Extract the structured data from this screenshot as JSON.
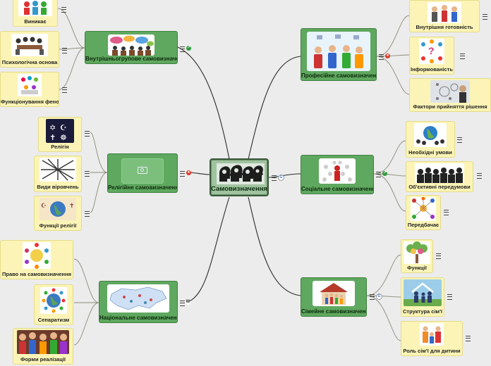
{
  "central": {
    "label": "Самовизначення"
  },
  "topics": {
    "intragroup": {
      "label": "Внутрішньогрупове самовизначення",
      "subs": [
        "Виникає",
        "Психологічна основа",
        "Функціонування феномену"
      ]
    },
    "religious": {
      "label": "Релігійне самовизначення",
      "subs": [
        "Релігія",
        "Види віровчень",
        "Функції релігії"
      ]
    },
    "national": {
      "label": "Національне самовизначення",
      "subs": [
        "Право на самовизначення",
        "Сепаратизм",
        "Форми реалізації"
      ]
    },
    "professional": {
      "label": "Професійне самовизначення",
      "subs": [
        "Внутрішня готовність",
        "Інформованість",
        "Фактори прийняття рішення"
      ]
    },
    "social": {
      "label": "Соціальне самовизначення",
      "subs": [
        "Необхідні умови",
        "Об'єктивні передумови",
        "Передбачає"
      ]
    },
    "family": {
      "label": "Сімейне самовизначення",
      "subs": [
        "Функції",
        "Структура сім'ї",
        "Роль сім'ї для дитини"
      ]
    }
  },
  "colors": {
    "topic_fill": "#5fa85f",
    "subtopic_fill": "#fbf4b6",
    "central_fill": "#9fc39f",
    "link": "#2b2b2b",
    "badge_red": "#d93a2b",
    "badge_green": "#2f9a3a"
  },
  "icons": {
    "notes": "notes-icon",
    "link": "link-icon",
    "camera": "camera-icon",
    "wiki": "wikipedia-icon",
    "google": "google-icon"
  }
}
